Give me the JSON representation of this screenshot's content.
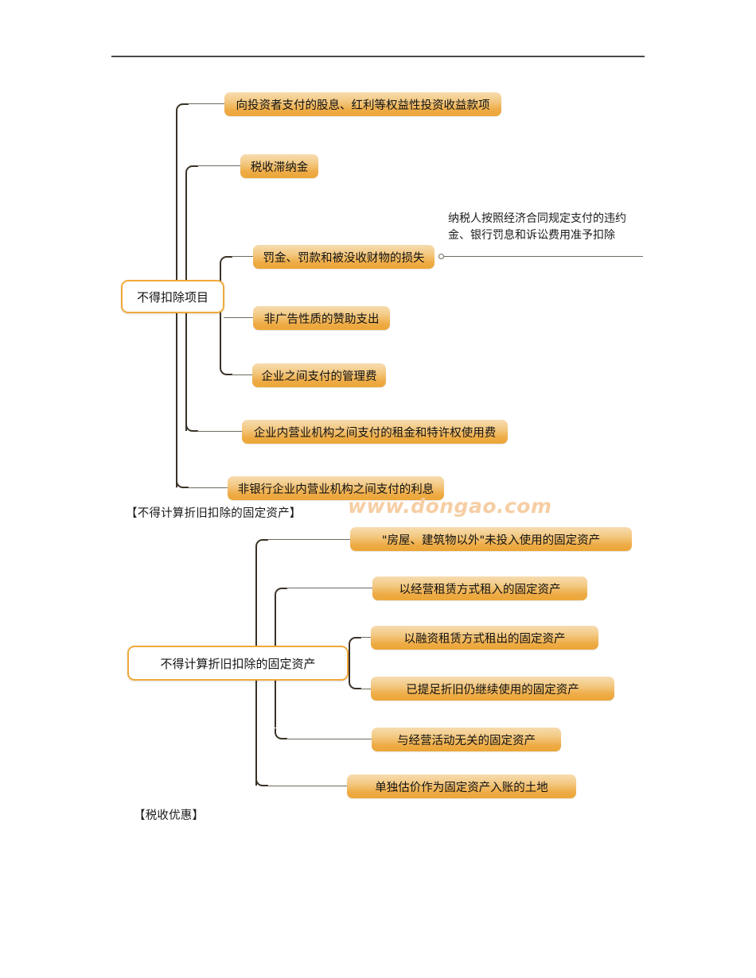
{
  "document": {
    "watermark": "www.dongao.com",
    "heading_fixed_assets": "【不得计算折旧扣除的固定资产】",
    "heading_tax_benefit": "【税收优惠】"
  },
  "map1": {
    "root": "不得扣除项目",
    "branches": [
      "向投资者支付的股息、红利等权益性投资收益款项",
      "税收滞纳金",
      "罚金、罚款和被没收财物的损失",
      "非广告性质的赞助支出",
      "企业之间支付的管理费",
      "企业内营业机构之间支付的租金和特许权使用费",
      "非银行企业内营业机构之间支付的利息"
    ],
    "annotation": "纳税人按照经济合同规定支付的违约\n金、银行罚息和诉讼费用准予扣除"
  },
  "map2": {
    "root": "不得计算折旧扣除的固定资产",
    "branches": [
      "\"房屋、建筑物以外\"未投入使用的固定资产",
      "以经营租赁方式租入的固定资产",
      "以融资租赁方式租出的固定资产",
      "已提足折旧仍继续使用的固定资产",
      "与经营活动无关的固定资产",
      "单独估价作为固定资产入账的土地"
    ]
  },
  "colors": {
    "node_fill_top": "#f7dcb0",
    "node_fill_bottom": "#eba636",
    "root_border": "#f0a93a",
    "stem": "#3a3226",
    "arm": "#6f6a61",
    "watermark": "#f6cca0",
    "rule": "#4a4a4a"
  }
}
